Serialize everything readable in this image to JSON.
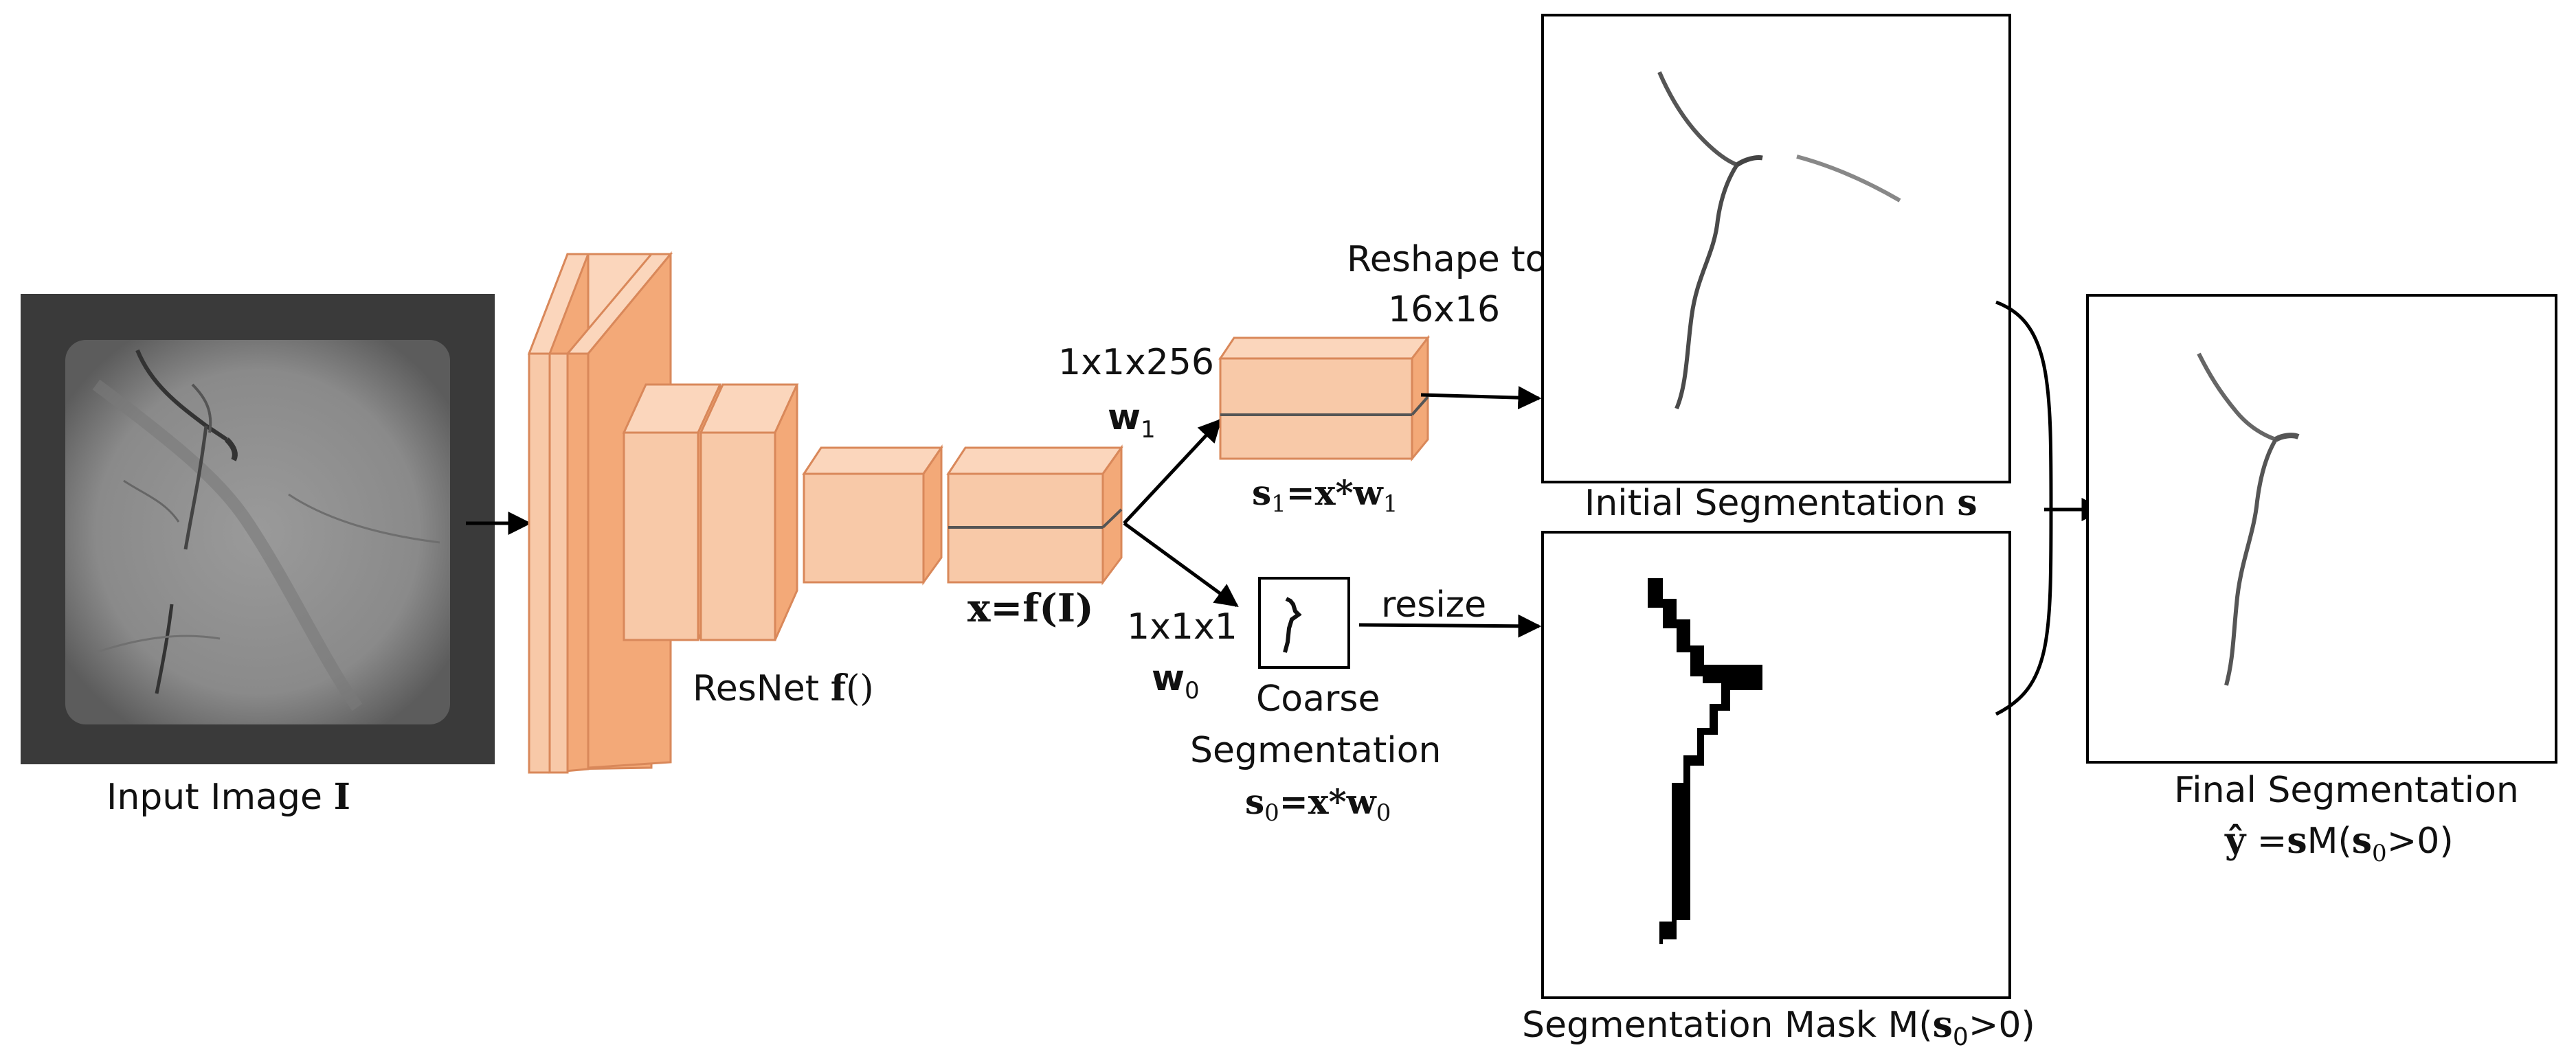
{
  "colors": {
    "block_front": "#f8c9a8",
    "block_side": "#f3a978",
    "block_top": "#fbd6bc",
    "block_edge": "#d9885a",
    "arrow": "#000000",
    "panel_border": "#000000"
  },
  "input": {
    "label_text": "Input Image ",
    "label_symbol": "I"
  },
  "resnet": {
    "label_text": "ResNet ",
    "label_symbol": "f",
    "label_parens": "()"
  },
  "features": {
    "label": "x=f(I)"
  },
  "branch_upper": {
    "size": "1x1x256",
    "weight": "w",
    "weight_sub": "1",
    "result_lhs": "s",
    "result_lhs_sub": "1",
    "result_rhs": "=x*w",
    "result_rhs_sub": "1",
    "reshape_line1": "Reshape to",
    "reshape_line2": "16x16"
  },
  "branch_lower": {
    "size": "1x1x1",
    "weight": "w",
    "weight_sub": "0",
    "coarse_line1": "Coarse",
    "coarse_line2": "Segmentation",
    "result_lhs": "s",
    "result_lhs_sub": "0",
    "result_rhs": "=x*w",
    "result_rhs_sub": "0",
    "resize": "resize"
  },
  "initial_segmentation": {
    "label_text": "Initial Segmentation ",
    "label_symbol": "s"
  },
  "segmentation_mask": {
    "label_pre": "Segmentation Mask M(",
    "label_symbol": "s",
    "label_sub": "0",
    "label_post": ">0)"
  },
  "final_segmentation": {
    "label": "Final Segmentation",
    "formula_y": "ŷ",
    "formula_mid": " =",
    "formula_s": "s",
    "formula_m": "M(",
    "formula_s0": "s",
    "formula_sub": "0",
    "formula_post": ">0)"
  }
}
